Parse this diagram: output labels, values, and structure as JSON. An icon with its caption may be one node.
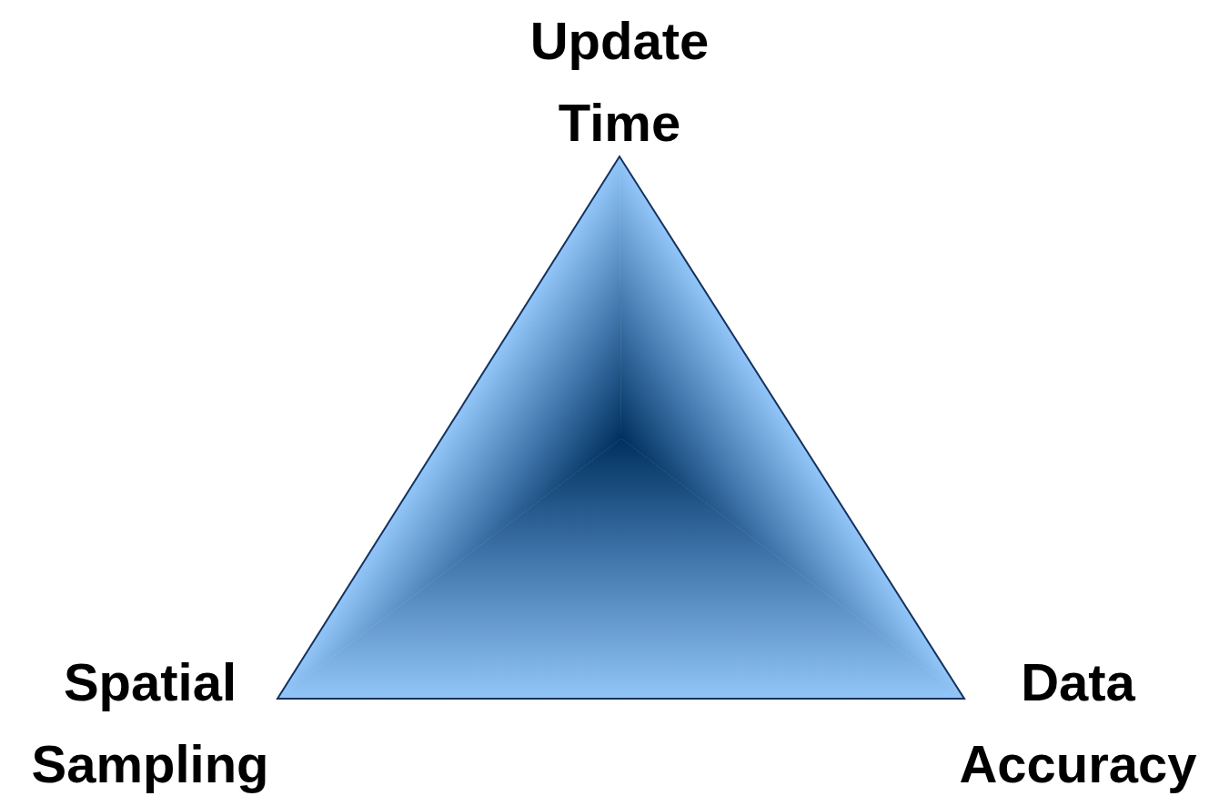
{
  "diagram": {
    "labels": [
      "Update Time",
      "Spatial Sampling",
      "Data Accuracy"
    ]
  }
}
